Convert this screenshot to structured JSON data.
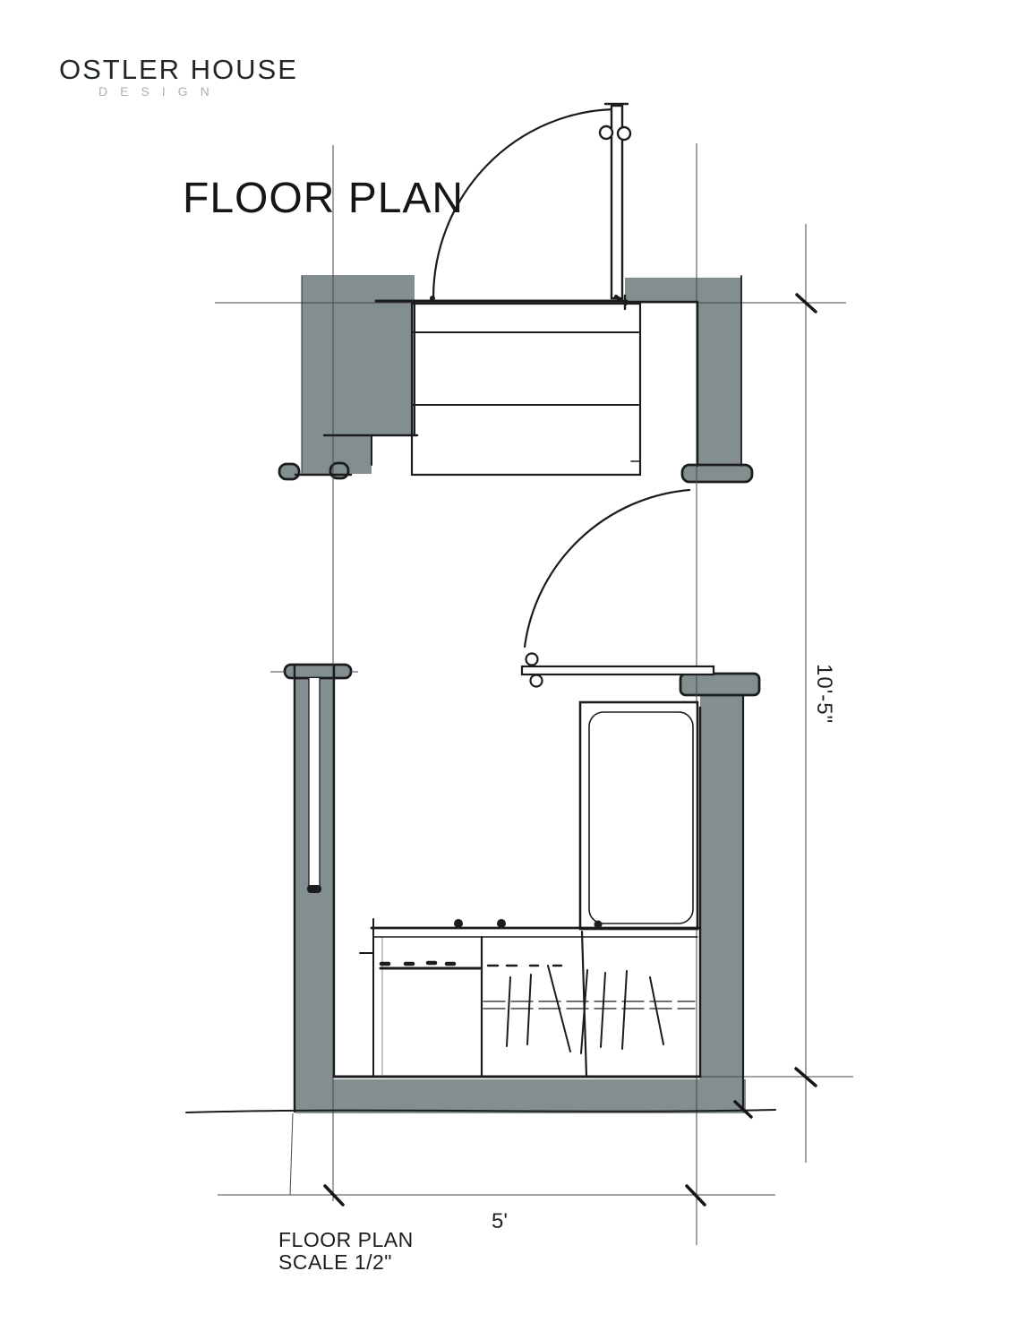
{
  "brand": {
    "name": "OSTLER HOUSE",
    "subtitle": "DESIGN"
  },
  "title": "FLOOR PLAN",
  "dimensions": {
    "vertical_label": "10'-5\"",
    "horizontal_label": "5'"
  },
  "caption": {
    "line1": "FLOOR PLAN",
    "line2": "SCALE 1/2\""
  },
  "drawing": {
    "type": "hand-sketched floor plan",
    "elements": [
      "top-swing-door",
      "dresser-with-drawers",
      "middle-swing-door",
      "pocket-door-wall",
      "bathtub",
      "vanity-cabinet-with-knobs",
      "closet-rod-with-hangers"
    ]
  },
  "colors": {
    "paper": "#FFFFFF",
    "wall_fill": "#828E90",
    "sketch_line": "#1B1C1C",
    "guide_line": "#45484A",
    "brand_text": "#212629",
    "brand_subtitle": "#A8B1B1",
    "title_text": "#141619",
    "annotation_text": "#1F2223"
  }
}
